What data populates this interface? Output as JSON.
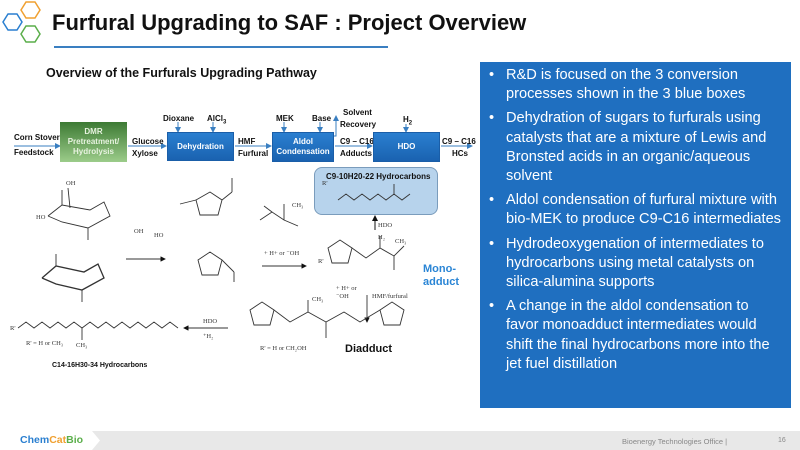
{
  "header": {
    "title": "Furfural Upgrading to SAF : Project Overview",
    "subtitle": "Overview of the Furfurals Upgrading Pathway",
    "logo_colors": [
      "#2a7fd0",
      "#f0a030",
      "#5aae4a"
    ]
  },
  "flow": {
    "inputs": {
      "feed1": "Corn Stover",
      "feed2": "Feedstock",
      "sug1": "Glucose",
      "sug2": "Xylose",
      "fur1": "HMF",
      "fur2": "Furfural",
      "add1": "C9 – C16",
      "add2": "Adducts",
      "out1": "C9 – C16",
      "out2": "HCs"
    },
    "reagents": {
      "dioxane": "Dioxane",
      "alcl3": "AlCl",
      "alcl3_sub": "3",
      "mek": "MEK",
      "base": "Base",
      "solvent1": "Solvent",
      "solvent2": "Recovery",
      "h2": "H",
      "h2_sub": "2"
    },
    "boxes": {
      "dmr1": "DMR",
      "dmr2": "Pretreatment/",
      "dmr3": "Hydrolysis",
      "dehydration": "Dehydration",
      "aldol1": "Aldol",
      "aldol2": "Condensation",
      "hdo": "HDO"
    }
  },
  "chemistry": {
    "hc_box_title": "C9-10H20-22 Hydrocarbons",
    "hc_long_title": "C14-16H30-34 Hydrocarbons",
    "mono": "Mono-adduct",
    "mono1": "Mono-",
    "mono2": "adduct",
    "diadduct": "Diadduct",
    "cond1": "+ H+ or ⁻OH",
    "cond2": "+ H+ or",
    "cond2b": "⁻OH",
    "hmf_furfural": "HMF/furfural",
    "hdo_top": "HDO",
    "h2_top": "H₂",
    "hdo_bottom": "HDO",
    "h2_bottom": "⁺H₂",
    "r_def1": "R' = H or CH₃",
    "r_def2": "R' = H or CH₂OH",
    "ch3": "CH₃",
    "oh": "OH",
    "ho": "HO",
    "h": "H",
    "o": "O",
    "r": "R'"
  },
  "panel": {
    "bullets": [
      "R&D is focused on the 3 conversion processes shown in the 3 blue boxes",
      "Dehydration of sugars to furfurals using catalysts that are a mixture of Lewis and Bronsted acids in an organic/aqueous solvent",
      "Aldol condensation of furfural mixture with bio-MEK to produce C9-C16 intermediates",
      "Hydrodeoxygenation of intermediates to hydrocarbons using metal catalysts on silica-alumina supports",
      "A change in the aldol condensation to favor monoadduct intermediates would shift the final hydrocarbons more into the jet fuel distillation"
    ]
  },
  "footer": {
    "logo_chem": "Chem",
    "logo_cat": "Cat",
    "logo_bio": "Bio",
    "office": "Bioenergy Technologies Office |",
    "page": "16"
  }
}
